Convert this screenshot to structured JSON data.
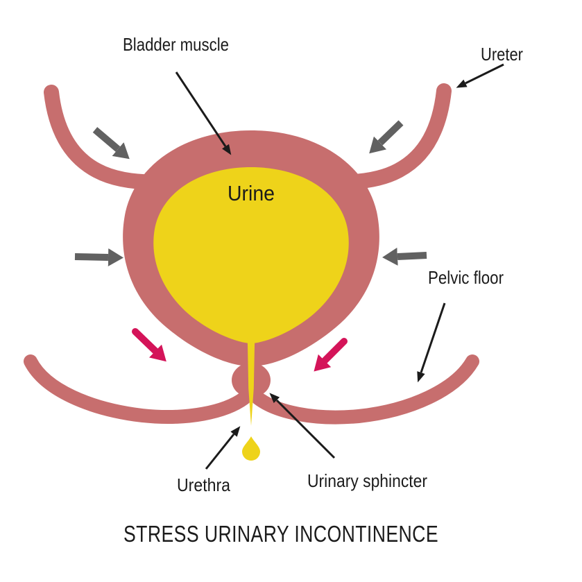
{
  "title": "STRESS URINARY INCONTINENCE",
  "labels": {
    "bladder_muscle": "Bladder muscle",
    "ureter": "Ureter",
    "urine": "Urine",
    "pelvic_floor": "Pelvic floor",
    "urethra": "Urethra",
    "urinary_sphincter": "Urinary sphincter"
  },
  "colors": {
    "tissue_pink": "#c76e6e",
    "urine_yellow": "#eed31a",
    "pressure_arrow_gray": "#616161",
    "stress_arrow_pink": "#d41459",
    "pointer_black": "#1b1b1b",
    "background": "#ffffff"
  }
}
